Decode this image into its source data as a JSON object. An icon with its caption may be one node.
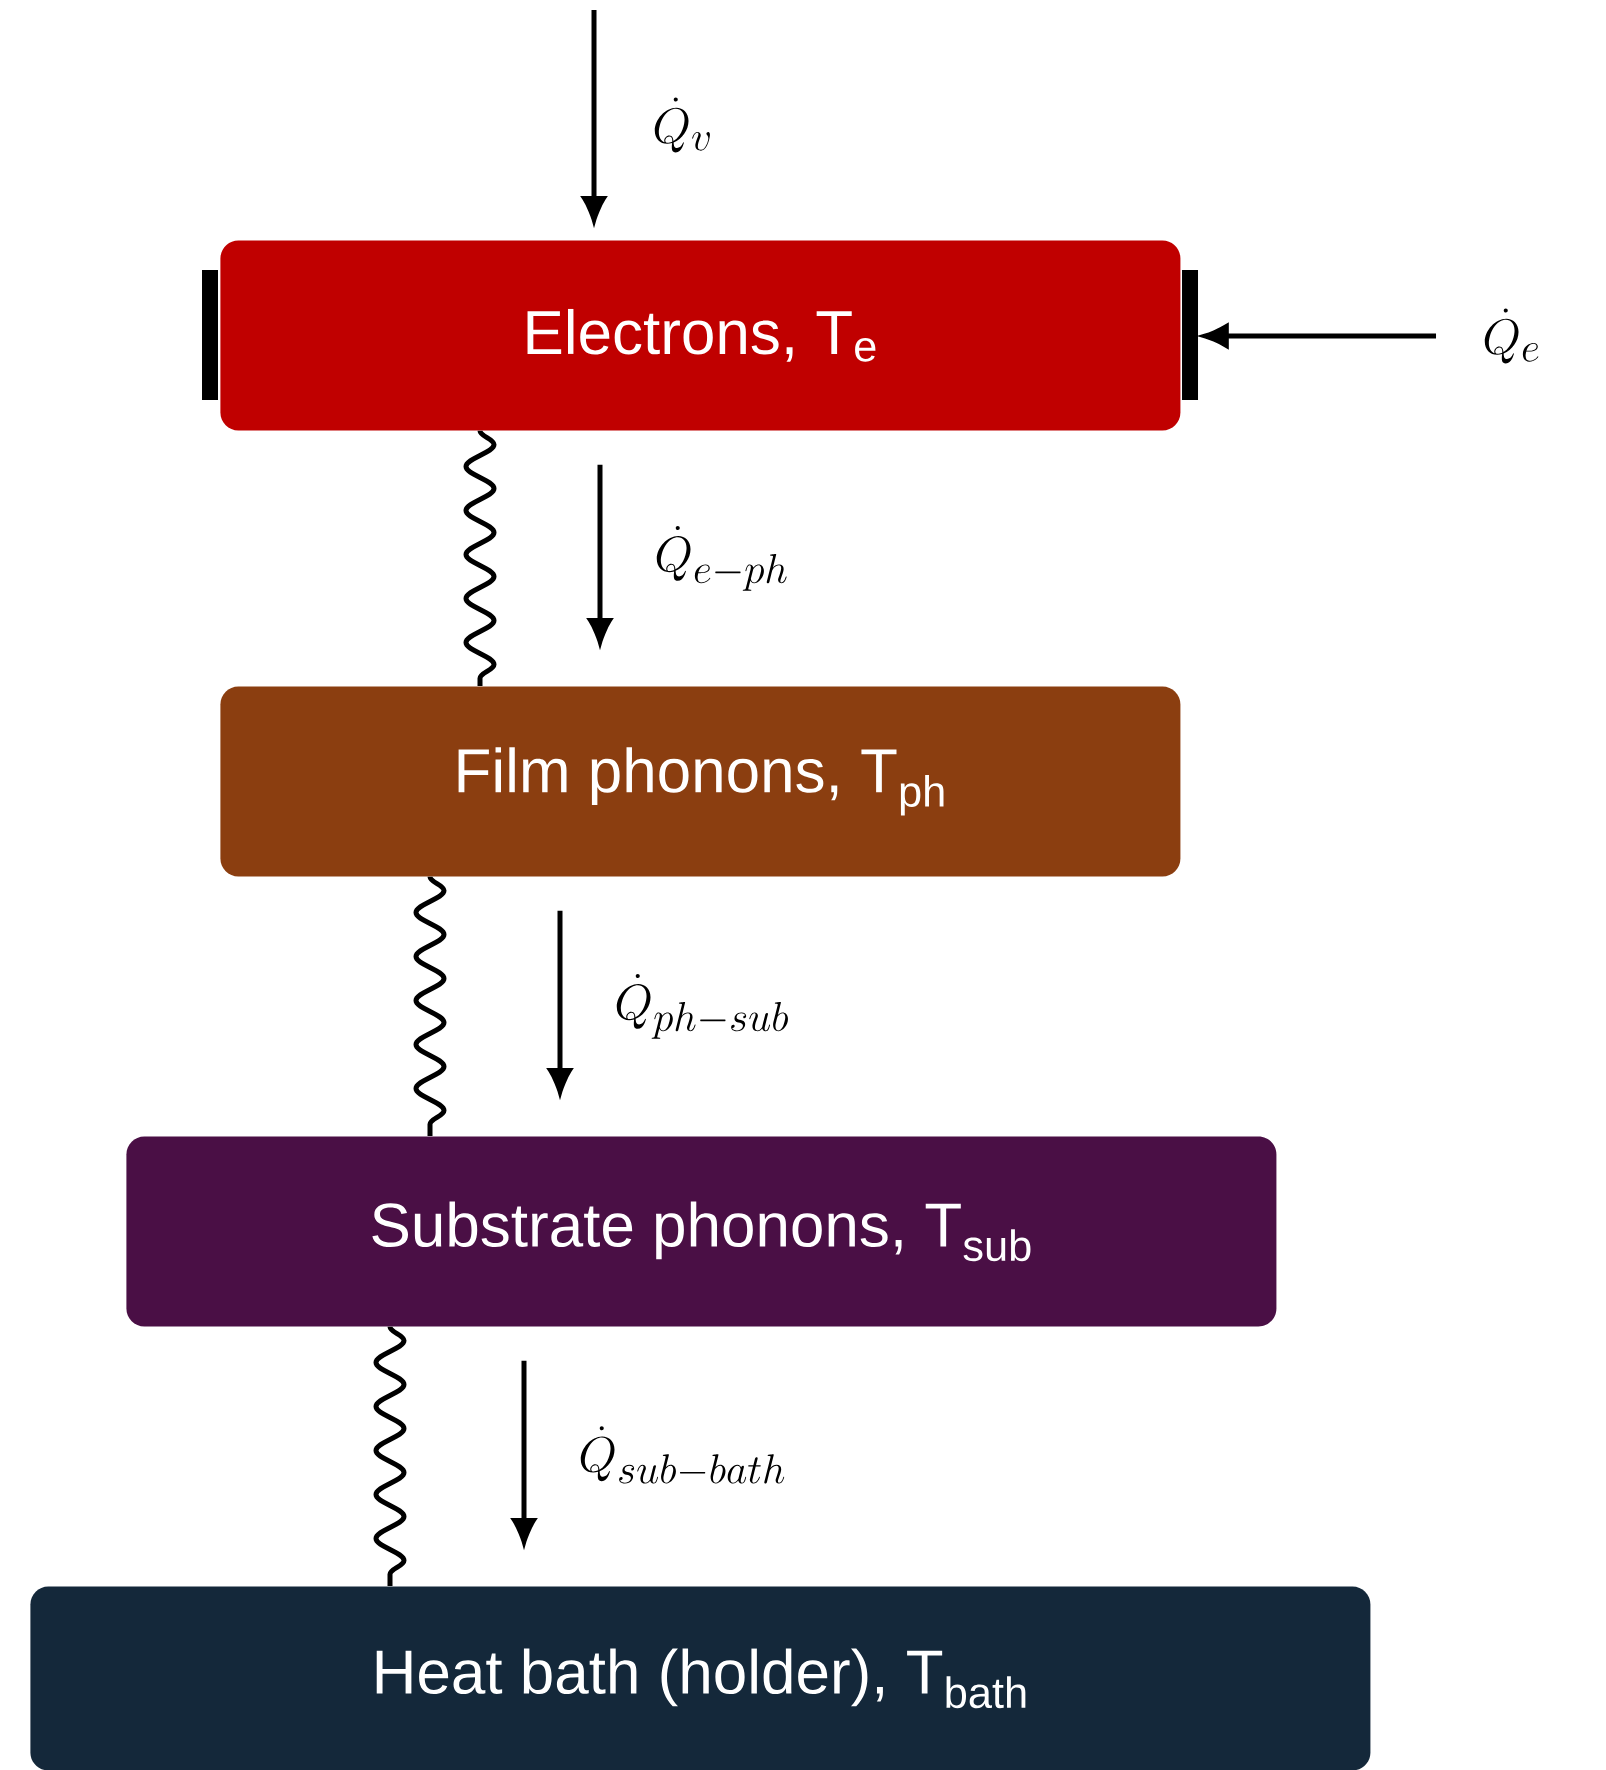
{
  "diagram": {
    "nodes": [
      {
        "text": [
          "Electrons, T$_{e}$"
        ]
      },
      {
        "text": [
          "Film phonons, T$_{ph}$"
        ]
      },
      {
        "text": [
          "Substrate phonons, T$_{sub}$"
        ]
      },
      {
        "text": [
          "Heat bath (holder), T$_{bath}$"
        ]
      }
    ],
    "edges": [
      {
        "from": null,
        "to": 0,
        "arrow": "to",
        "label": "\\dot{Q}_{v}"
      },
      {
        "from": null,
        "to": 0,
        "arrow": "to",
        "label": "\\dot{Q}_{e}"
      },
      {
        "from": 0,
        "to": 1,
        "arrow": "none"
      },
      {
        "from": 0,
        "to": 1,
        "arrow": "to",
        "label": "\\dot{Q}_{e-ph}"
      },
      {
        "from": 1,
        "to": 2,
        "arrow": "none"
      },
      {
        "from": 1,
        "to": 2,
        "arrow": "to",
        "label": "\\dot{Q}_{ph-sub}"
      },
      {
        "from": 2,
        "to": 3,
        "arrow": "none"
      },
      {
        "from": 2,
        "to": 3,
        "arrow": "to",
        "label": "\\dot{Q}_{sub-bath}"
      }
    ]
  }
}
